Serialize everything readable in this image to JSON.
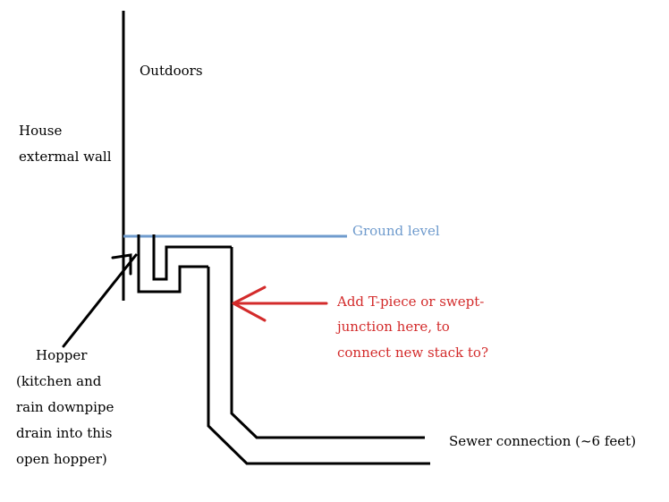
{
  "labels": {
    "outdoors": "Outdoors",
    "house_wall_line1": "House",
    "house_wall_line2": "extermal wall",
    "ground_level": "Ground level",
    "note_line1": "Add T-piece or swept-",
    "note_line2": "junction here, to",
    "note_line3": "connect new stack to?",
    "hopper_line1": "Hopper",
    "hopper_line2": "(kitchen and",
    "hopper_line3": "rain downpipe",
    "hopper_line4": "drain into this",
    "hopper_line5": "open hopper)",
    "sewer": "Sewer connection (~6 feet)"
  },
  "colors": {
    "ink": "#000000",
    "ground_line": "#6f9bcd",
    "ground_text": "#6f9bcd",
    "annotation": "#d32b2b"
  }
}
